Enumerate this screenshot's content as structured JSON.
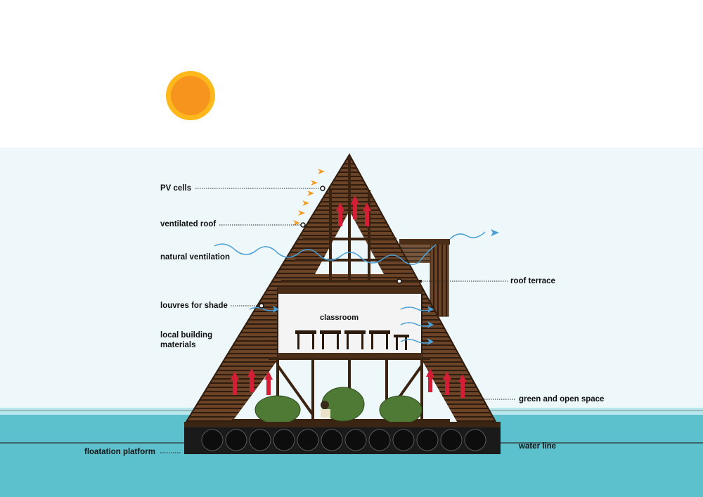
{
  "labels": {
    "pv_cells": "PV cells",
    "ventilated_roof": "ventilated roof",
    "natural_ventilation": "natural ventilation",
    "louvres_for_shade": "louvres for shade",
    "local_building_materials": "local building materials",
    "roof_terrace": "roof terrace",
    "green_and_open_space": "green and open space",
    "water_line": "water line",
    "floatation_platform": "floatation platform",
    "classroom": "classroom"
  },
  "icons": [
    "sun-icon",
    "sun-ray-arrow-icon",
    "air-flow-arrow-icon",
    "hot-air-arrow-icon",
    "plant-icon",
    "barrel-icon"
  ],
  "colors": {
    "sky": "#eef8fa",
    "water": "#5cc1cc",
    "water_surface": "#b9e6ea",
    "wood": "#5b3a21",
    "wood_dark": "#2f1c0e",
    "sun_outer": "#ffb81c",
    "sun_inner": "#f7941d",
    "air_flow": "#4a9fd6",
    "hot_air": "#d41e35",
    "vegetation": "#4f7a35",
    "platform": "#1a1a1a"
  }
}
